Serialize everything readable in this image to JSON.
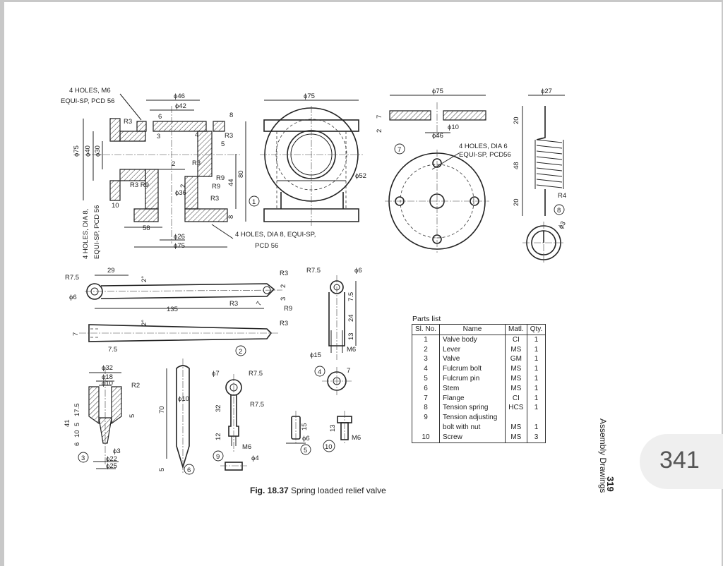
{
  "figure": {
    "caption_prefix": "Fig. 18.37",
    "caption_text": "Spring loaded relief valve"
  },
  "running_head": "Assembly Drawings",
  "printed_page_number": "319",
  "viewer_page_badge": "341",
  "parts_list": {
    "title": "Parts list",
    "columns": [
      "Sl. No.",
      "Name",
      "Matl.",
      "Qty."
    ],
    "rows": [
      [
        "1",
        "Valve body",
        "CI",
        "1"
      ],
      [
        "2",
        "Lever",
        "MS",
        "1"
      ],
      [
        "3",
        "Valve",
        "GM",
        "1"
      ],
      [
        "4",
        "Fulcrum bolt",
        "MS",
        "1"
      ],
      [
        "5",
        "Fulcrum pin",
        "MS",
        "1"
      ],
      [
        "6",
        "Stem",
        "MS",
        "1"
      ],
      [
        "7",
        "Flange",
        "CI",
        "1"
      ],
      [
        "8",
        "Tension spring",
        "HCS",
        "1"
      ],
      [
        "9",
        "Tension adjusting",
        "",
        ""
      ],
      [
        "",
        "bolt with nut",
        "MS",
        "1"
      ],
      [
        "10",
        "Screw",
        "MS",
        "3"
      ]
    ]
  },
  "annotations": {
    "body_note_top_1": "4 HOLES, M6",
    "body_note_top_2": "EQUI-SP, PCD 56",
    "body_note_left_1": "4 HOLES, DIA 8,",
    "body_note_left_2": "EQUI-SP, PCD 56",
    "body_note_bottom_1": "4 HOLES, DIA 8, EQUI-SP,",
    "body_note_bottom_2": "PCD 56",
    "flange_note_1": "4 HOLES, DIA 6",
    "flange_note_2": "EQUI-SP, PCD56",
    "dims": {
      "phi46": "ϕ46",
      "phi42": "ϕ42",
      "phi75_top": "ϕ75",
      "phi75_flange": "ϕ75",
      "phi27": "ϕ27",
      "d6": "6",
      "d8a": "8",
      "r3a": "R3",
      "r3b": "R3",
      "d3": "3",
      "d4": "4",
      "d5": "5",
      "phi75_v": "ϕ75",
      "phi40": "ϕ40",
      "phi30": "ϕ30",
      "d2": "2",
      "r3c": "R3",
      "r9a": "R9",
      "r9b": "R9",
      "d44": "44",
      "d80": "80",
      "r3r9": "R3 R9",
      "phi36": "ϕ36",
      "d2v": "2",
      "r3d": "R3",
      "d8b": "8",
      "d10": "10",
      "d58": "58",
      "phi26": "ϕ26",
      "phi75_b": "ϕ75",
      "phi52": "ϕ52",
      "d7a": "7",
      "d2a": "2",
      "phi10": "ϕ10",
      "phi46b": "ϕ46",
      "d20a": "20",
      "d48": "48",
      "d20b": "20",
      "r4": "R4",
      "phi3": "ϕ3",
      "r75a": "R7.5",
      "d29": "29",
      "d2deg": "2°",
      "r3e": "R3",
      "phi6a": "ϕ6",
      "d135": "135",
      "r3f": "R3",
      "d7b": "7",
      "d2b": "2",
      "d3b": "3",
      "r9c": "R9",
      "d7c": "7",
      "d2deg2": "2°",
      "r3g": "R3",
      "d75b": "7.5",
      "r75b": "R7.5",
      "phi6b": "ϕ6",
      "d75c": "7.5",
      "d24": "24",
      "d13a": "13",
      "phi15": "ϕ15",
      "m6a": "M6",
      "d7d": "7",
      "phi32": "ϕ32",
      "phi18": "ϕ18",
      "phi10b": "ϕ10",
      "r2": "R2",
      "d41": "41",
      "d175": "17.5",
      "d5a": "5",
      "d5b": "5",
      "d10b": "10",
      "d6b": "6",
      "phi3b": "ϕ3",
      "phi22": "ϕ22",
      "phi25": "ϕ25",
      "phi10c": "ϕ10",
      "d70": "70",
      "d5c": "5",
      "phi7": "ϕ7",
      "r75c": "R7.5",
      "r75d": "R7.5",
      "d32": "32",
      "d12": "12",
      "m6b": "M6",
      "phi4": "ϕ4",
      "d15": "15",
      "phi6c": "ϕ6",
      "d13b": "13",
      "m6c": "M6"
    },
    "part_numbers": [
      "1",
      "2",
      "3",
      "4",
      "5",
      "6",
      "7",
      "8",
      "9",
      "10"
    ]
  }
}
